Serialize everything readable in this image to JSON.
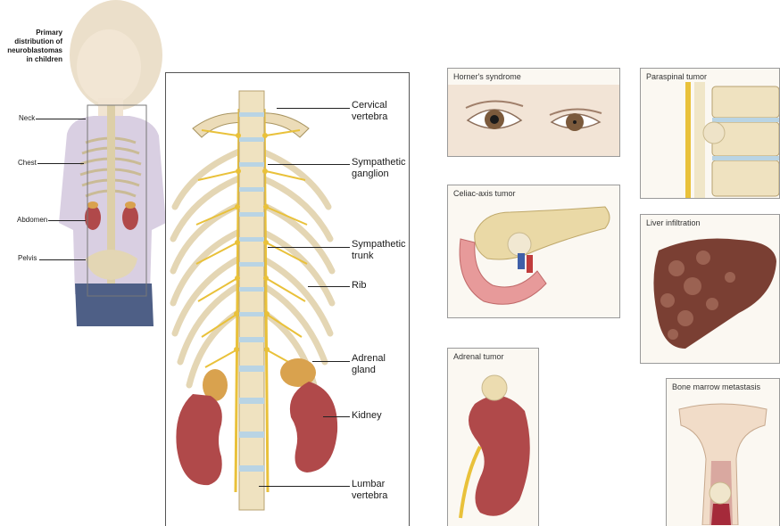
{
  "child_figure": {
    "title": "Primary distribution of neuroblastomas in children",
    "title_lines": [
      "Primary",
      "distribution of",
      "neuroblastomas",
      "in children"
    ],
    "labels": {
      "neck": "Neck",
      "chest": "Chest",
      "abdomen": "Abdomen",
      "pelvis": "Pelvis"
    }
  },
  "spine_figure": {
    "labels": {
      "cervical": [
        "Cervical",
        "vertebra"
      ],
      "ganglion": [
        "Sympathetic",
        "ganglion"
      ],
      "trunk": [
        "Sympathetic",
        "trunk"
      ],
      "rib": "Rib",
      "adrenal": [
        "Adrenal",
        "gland"
      ],
      "kidney": "Kidney",
      "lumbar": [
        "Lumbar",
        "vertebra"
      ]
    }
  },
  "panels": {
    "horner": "Horner's syndrome",
    "paraspinal": "Paraspinal tumor",
    "celiac": "Celiac-axis tumor",
    "liver": "Liver infiltration",
    "adrenal": "Adrenal tumor",
    "marrow": "Bone marrow metastasis"
  },
  "colors": {
    "bone": "#efe2c0",
    "disc": "#b9d4e4",
    "nerve": "#e9c13a",
    "kidney": "#b0494a",
    "adrenal": "#d9a24e",
    "liver": "#7a3f33"
  }
}
